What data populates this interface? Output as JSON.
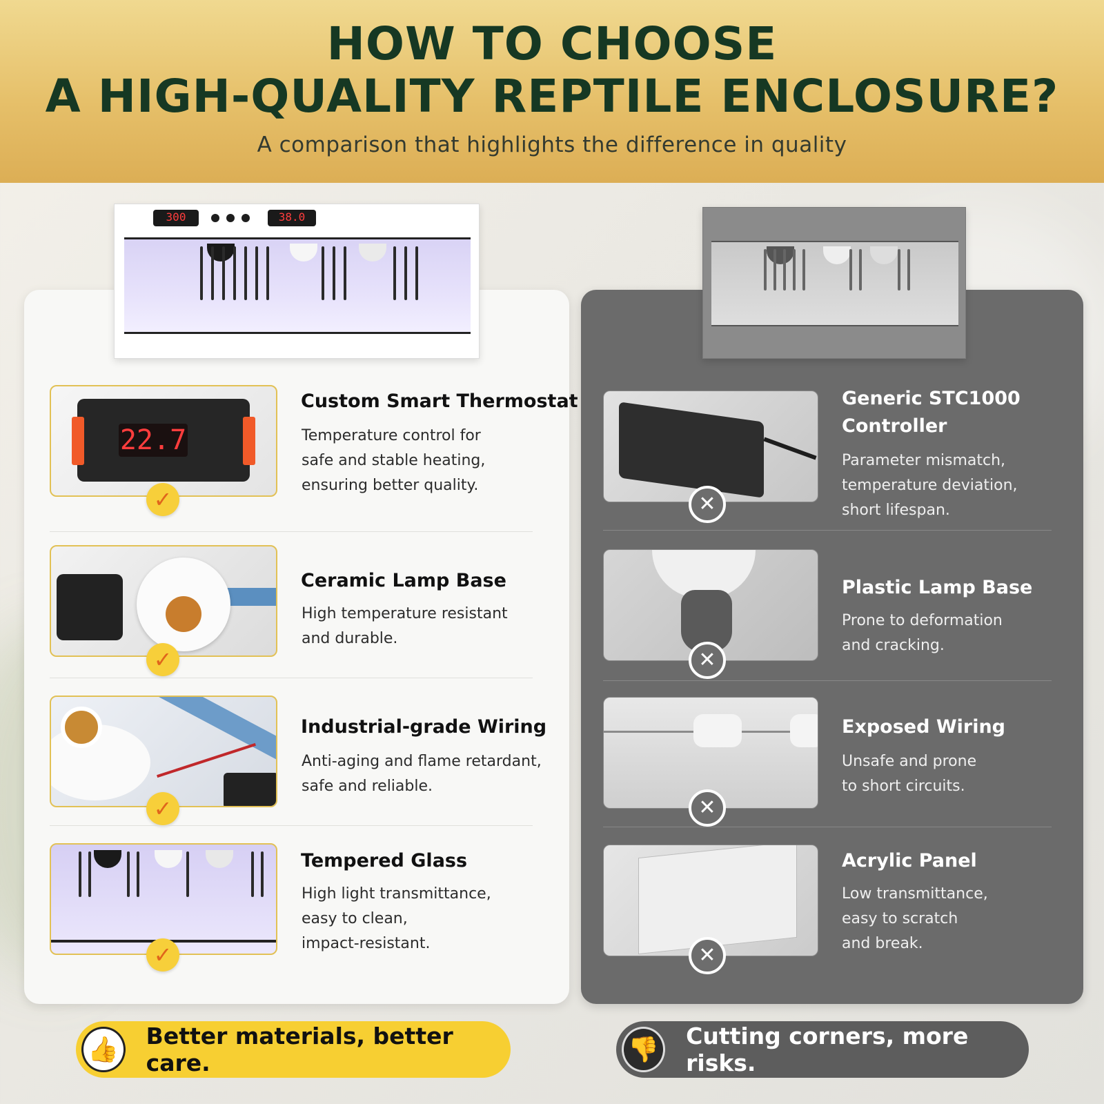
{
  "header": {
    "title_line1": "HOW TO CHOOSE",
    "title_line2": "A HIGH-QUALITY REPTILE ENCLOSURE?",
    "subtitle": "A comparison that highlights the difference in quality"
  },
  "hero_good": {
    "display_left": "300",
    "display_right": "38.0"
  },
  "thermostat_display": "22.7",
  "good_features": [
    {
      "title": "Custom Smart Thermostat",
      "description": "Temperature control for\nsafe and stable heating,\nensuring better quality."
    },
    {
      "title": "Ceramic Lamp Base",
      "description": "High temperature resistant\nand durable."
    },
    {
      "title": "Industrial-grade Wiring",
      "description": "Anti-aging and flame retardant,\nsafe and reliable."
    },
    {
      "title": "Tempered Glass",
      "description": "High light transmittance,\neasy to clean,\nimpact-resistant."
    }
  ],
  "bad_features": [
    {
      "title": "Generic STC1000\nController",
      "description": "Parameter mismatch,\ntemperature deviation,\nshort lifespan."
    },
    {
      "title": "Plastic Lamp Base",
      "description": "Prone to deformation\nand cracking."
    },
    {
      "title": "Exposed Wiring",
      "description": "Unsafe and prone\nto short circuits."
    },
    {
      "title": "Acrylic Panel",
      "description": "Low transmittance,\neasy to scratch\nand break."
    }
  ],
  "footer": {
    "good_slogan": "Better materials, better care.",
    "bad_slogan": "Cutting corners, more risks."
  },
  "icons": {
    "good_badge": "check-icon",
    "bad_badge": "x-icon",
    "good_pill": "thumbs-up-icon",
    "bad_pill": "thumbs-down-icon"
  },
  "colors": {
    "header_gold": "#e6c06a",
    "title_green": "#163823",
    "accent_yellow": "#f7cf32",
    "check_orange": "#e0651b",
    "bad_panel_gray": "#6b6b6b"
  }
}
